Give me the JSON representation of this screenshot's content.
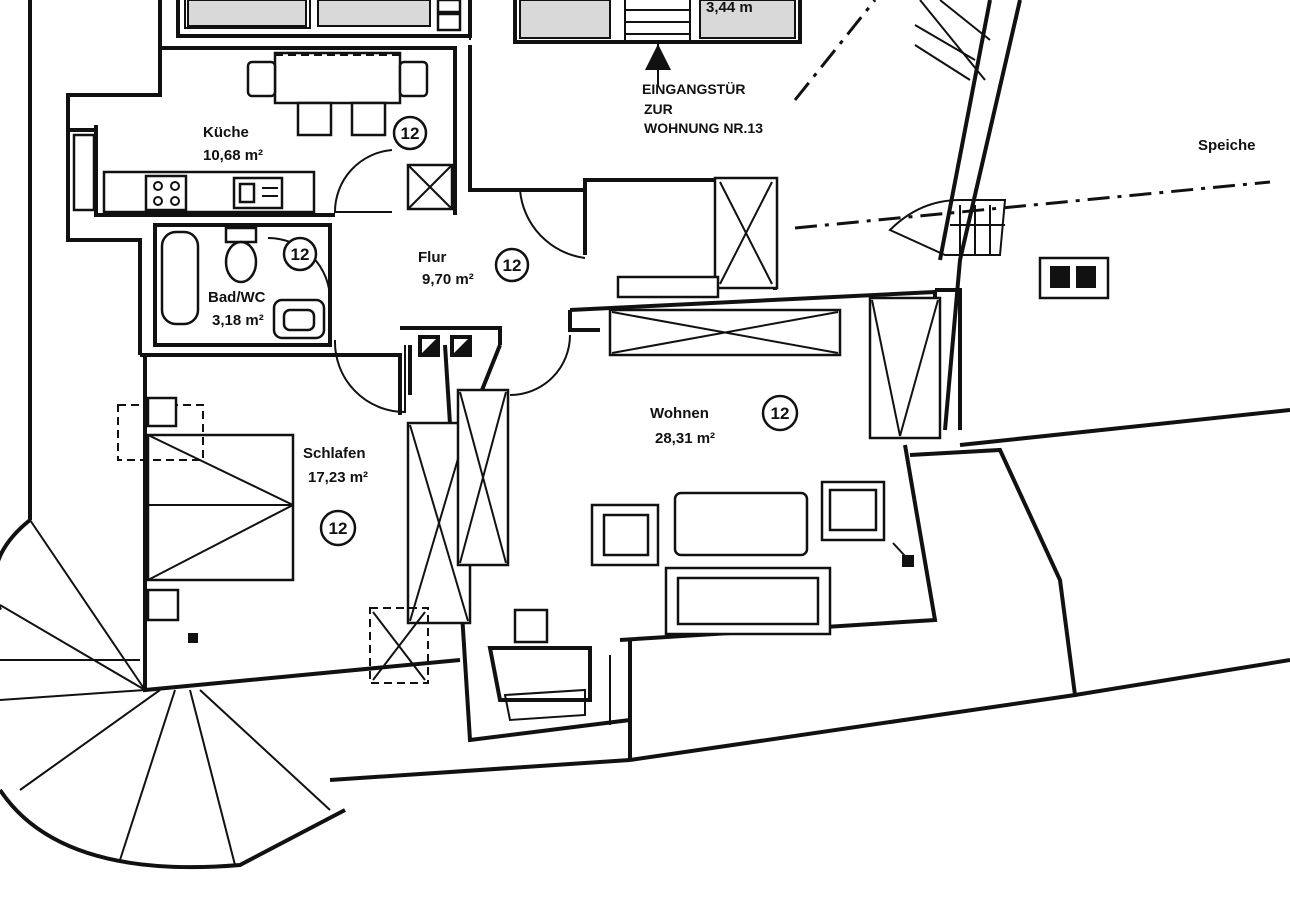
{
  "rooms": {
    "kueche": {
      "name": "Küche",
      "area": "10,68 m²",
      "unit": "12"
    },
    "bad": {
      "name": "Bad/WC",
      "area": "3,18 m²",
      "unit": "12"
    },
    "flur": {
      "name": "Flur",
      "area": "9,70 m²",
      "unit": "12"
    },
    "wohnen": {
      "name": "Wohnen",
      "area": "28,31 m²",
      "unit": "12"
    },
    "schlafen": {
      "name": "Schlafen",
      "area": "17,23 m²",
      "unit": "12"
    }
  },
  "entrance": {
    "line1": "EINGANGSTÜR",
    "line2": "ZUR",
    "line3": "WOHNUNG NR.13"
  },
  "top_fragment": "3,44 m",
  "speicher": "Speiche"
}
